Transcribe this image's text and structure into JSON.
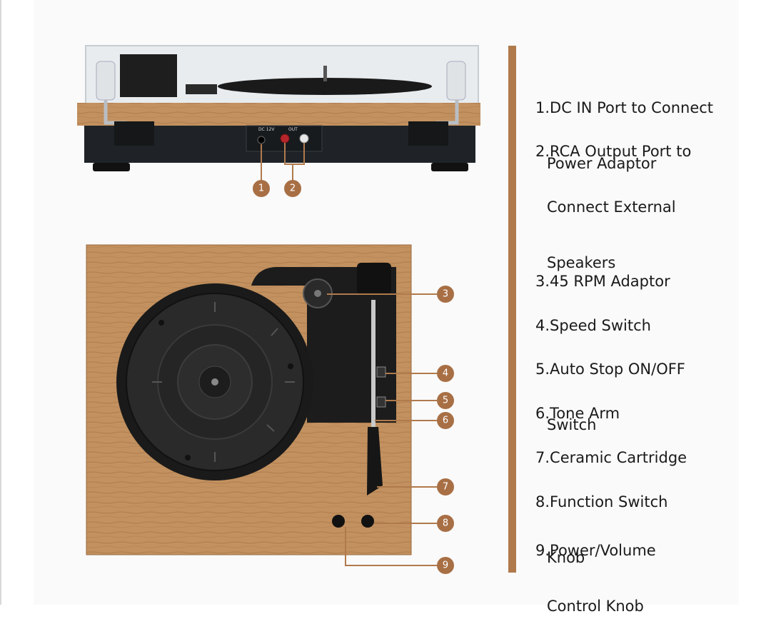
{
  "colors": {
    "badge": "#a86f45",
    "divider": "#b07a4c",
    "wood": "#bf8d5c",
    "platter": "#232323",
    "leader": "#b07a4c"
  },
  "labels": [
    {
      "id": 1,
      "badge": "1",
      "lines": [
        "1.DC IN Port to Connect",
        "Power Adaptor"
      ]
    },
    {
      "id": 2,
      "badge": "2",
      "lines": [
        "2.RCA Output Port to",
        "Connect External",
        "Speakers"
      ]
    },
    {
      "id": 3,
      "badge": "3",
      "lines": [
        "3.45 RPM Adaptor"
      ]
    },
    {
      "id": 4,
      "badge": "4",
      "lines": [
        "4.Speed Switch"
      ]
    },
    {
      "id": 5,
      "badge": "5",
      "lines": [
        "5.Auto Stop ON/OFF",
        "Switch"
      ]
    },
    {
      "id": 6,
      "badge": "6",
      "lines": [
        "6.Tone Arm"
      ]
    },
    {
      "id": 7,
      "badge": "7",
      "lines": [
        "7.Ceramic Cartridge"
      ]
    },
    {
      "id": 8,
      "badge": "8",
      "lines": [
        "8.Function Switch",
        "Knob"
      ]
    },
    {
      "id": 9,
      "badge": "9",
      "lines": [
        "9.Power/Volume",
        "Control Knob"
      ]
    }
  ],
  "rear_panel": {
    "dc_label": "DC 12V",
    "out_label": "OUT"
  }
}
